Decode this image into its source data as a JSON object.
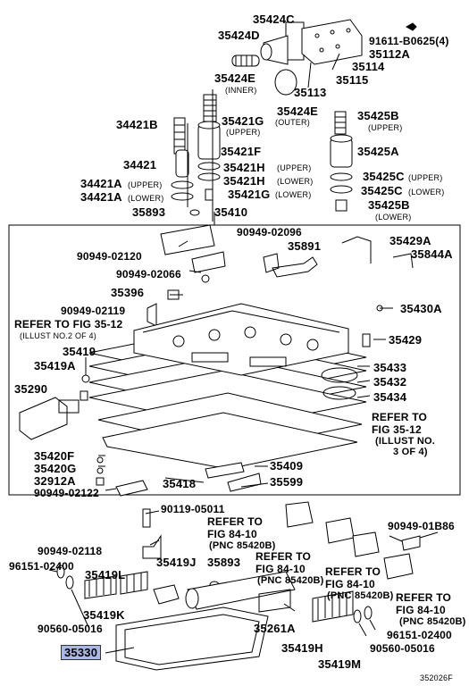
{
  "diagram_id": "352026F",
  "highlight_color": "#aab8e6",
  "labels": {
    "p35424C": "35424C",
    "p35424D": "35424D",
    "p91611": "91611-B0625(4)",
    "p35112A": "35112A",
    "p35114": "35114",
    "p35424E_1": "35424E",
    "inner": "(INNER)",
    "p35115": "35115",
    "p35113": "35113",
    "p35424E_2": "35424E",
    "outer": "(OUTER)",
    "p34421B": "34421B",
    "p35421G_1": "35421G",
    "upper_1": "(UPPER)",
    "p35425B_1": "35425B",
    "upper_2": "(UPPER)",
    "p35421F": "35421F",
    "p34421": "34421",
    "p35425A": "35425A",
    "p35421H_1": "35421H",
    "upper_3": "(UPPER)",
    "p35421H_2": "35421H",
    "lower_1": "(LOWER)",
    "p34421A_1": "34421A",
    "upper_4": "(UPPER)",
    "p35425C_1": "35425C",
    "upper_5": "(UPPER)",
    "p35421G_2": "35421G",
    "lower_2": "(LOWER)",
    "p34421A_2": "34421A",
    "lower_3": "(LOWER)",
    "p35425C_2": "35425C",
    "lower_4": "(LOWER)",
    "p35893_1": "35893",
    "p35410": "35410",
    "p35425B_2": "35425B",
    "lower_5": "(LOWER)",
    "p90949_02096": "90949-02096",
    "p35891": "35891",
    "p35429A": "35429A",
    "p90949_02120": "90949-02120",
    "p35844A": "35844A",
    "p90949_02066": "90949-02066",
    "p35396": "35396",
    "p35430A": "35430A",
    "p90949_02119": "90949-02119",
    "refer_fig_35_12_a": "REFER TO FIG 35-12",
    "illust_2of4": "(ILLUST NO.2 OF 4)",
    "p35429": "35429",
    "p35419": "35419",
    "p35419A": "35419A",
    "p35433": "35433",
    "p35290": "35290",
    "p35432": "35432",
    "p35434": "35434",
    "refer_to_b": "REFER TO",
    "fig_35_12_b": "FIG 35-12",
    "illust_no_b": "(ILLUST NO.",
    "three_of_four": "3 OF 4)",
    "p35420F": "35420F",
    "p35420G": "35420G",
    "p32912A": "32912A",
    "p90949_02122": "90949-02122",
    "p35409": "35409",
    "p35418": "35418",
    "p35599": "35599",
    "p90119_05011": "90119-05011",
    "refer_to_c": "REFER TO",
    "fig_84_10_c": "FIG 84-10",
    "pnc_c": "(PNC 85420B)",
    "p90949_01B86": "90949-01B86",
    "p90949_02118": "90949-02118",
    "p96151_02400_1": "96151-02400",
    "p35419L": "35419L",
    "p35419J": "35419J",
    "p35893_2": "35893",
    "refer_to_d": "REFER TO",
    "fig_84_10_d": "FIG 84-10",
    "pnc_d": "(PNC 85420B)",
    "refer_to_e": "REFER TO",
    "fig_84_10_e": "FIG 84-10",
    "pnc_e": "(PNC 85420B)",
    "refer_to_f": "REFER TO",
    "fig_84_10_f": "FIG 84-10",
    "pnc_f": "(PNC 85420B)",
    "p35419K": "35419K",
    "p90560_05016_1": "90560-05016",
    "p35261A": "35261A",
    "p96151_02400_2": "96151-02400",
    "p35330": "35330",
    "p35419H": "35419H",
    "p35419M": "35419M",
    "p90560_05016_2": "90560-05016",
    "p352026F": "352026F"
  }
}
